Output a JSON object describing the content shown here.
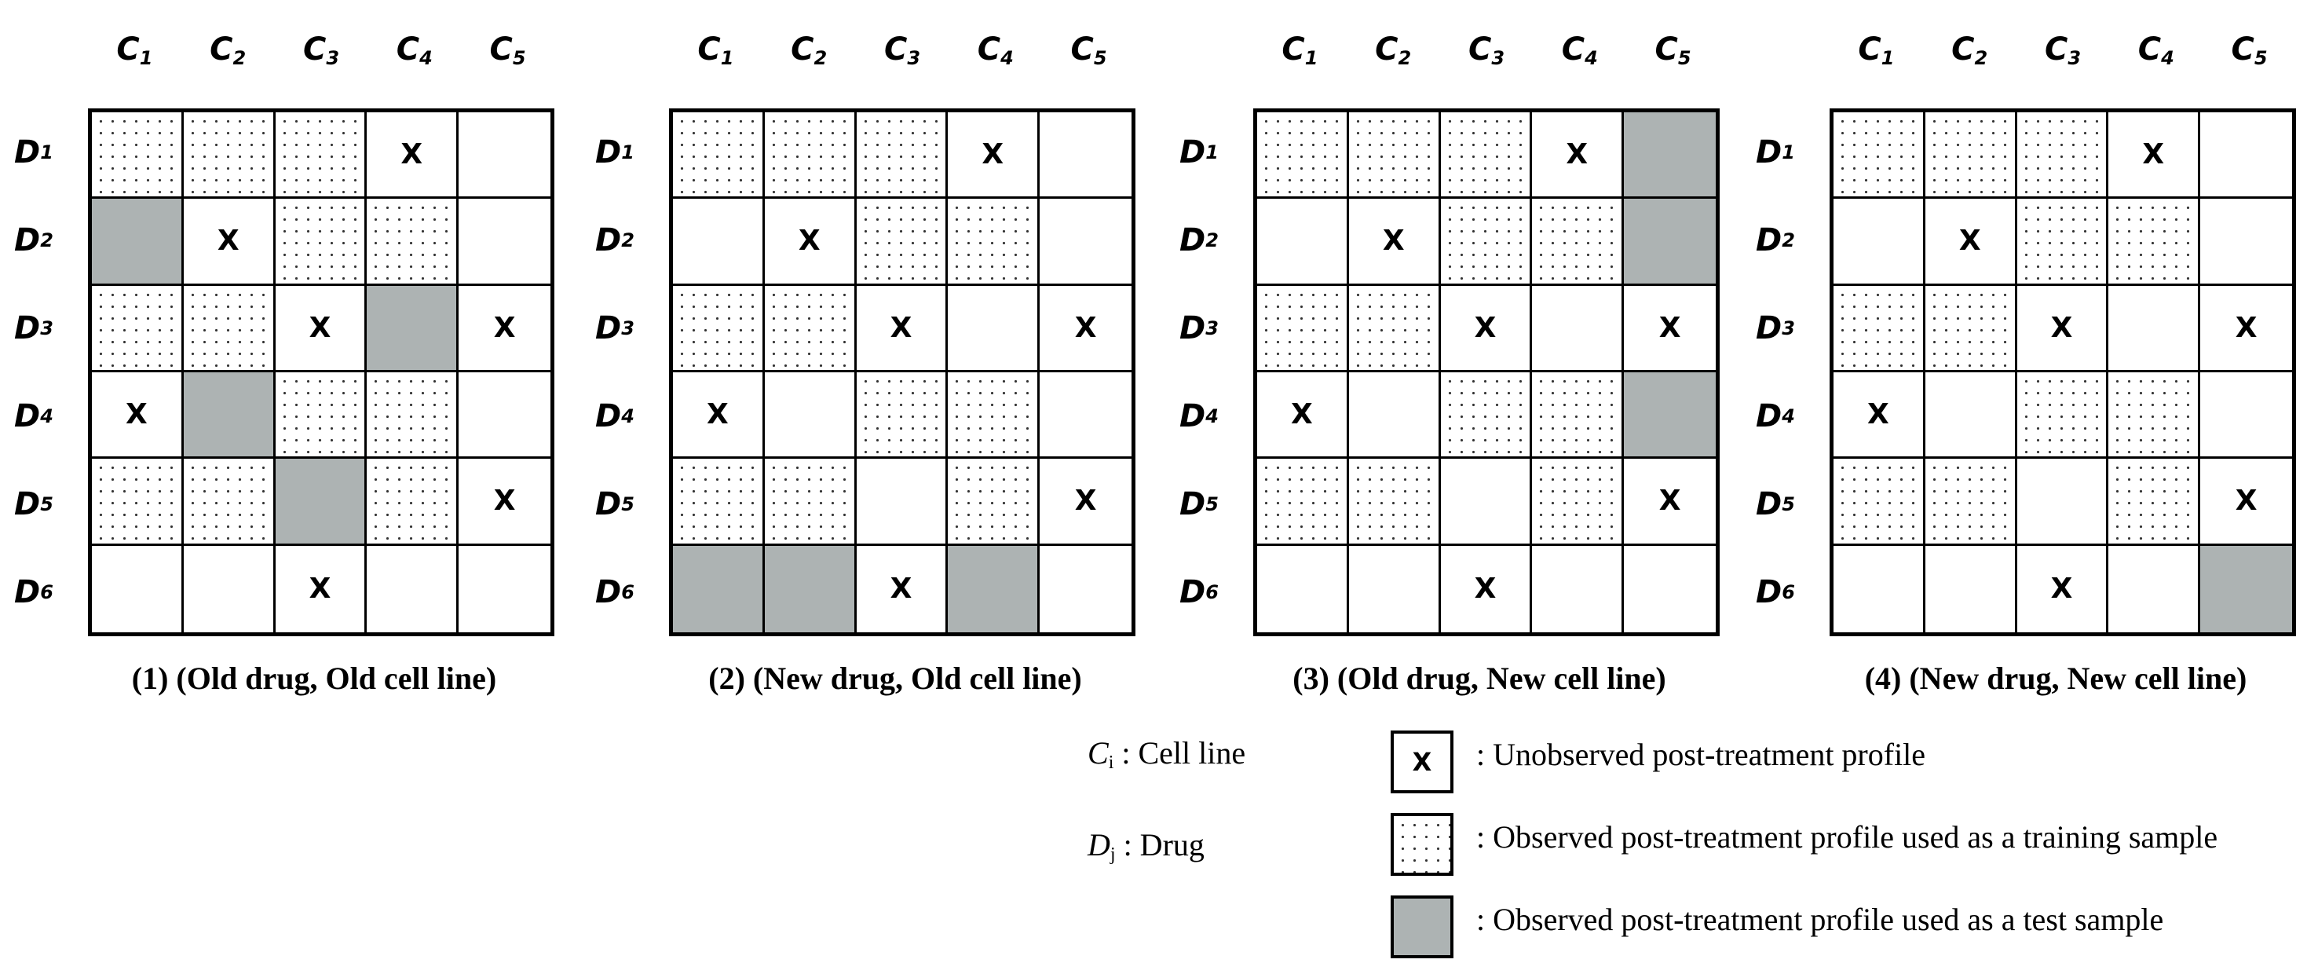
{
  "columns": [
    {
      "letter": "C",
      "sub": "1"
    },
    {
      "letter": "C",
      "sub": "2"
    },
    {
      "letter": "C",
      "sub": "3"
    },
    {
      "letter": "C",
      "sub": "4"
    },
    {
      "letter": "C",
      "sub": "5"
    }
  ],
  "rows": [
    {
      "letter": "D",
      "sub": "1"
    },
    {
      "letter": "D",
      "sub": "2"
    },
    {
      "letter": "D",
      "sub": "3"
    },
    {
      "letter": "D",
      "sub": "4"
    },
    {
      "letter": "D",
      "sub": "5"
    },
    {
      "letter": "D",
      "sub": "6"
    }
  ],
  "cell_codes": {
    "x": "unobserved",
    "t": "training",
    "g": "test",
    "-": "empty"
  },
  "unobserved_mark": "X",
  "panels": [
    {
      "title": "(1) (Old drug, Old cell line)",
      "cells": [
        [
          "t",
          "t",
          "t",
          "x",
          "-"
        ],
        [
          "g",
          "x",
          "t",
          "t",
          "-"
        ],
        [
          "t",
          "t",
          "x",
          "g",
          "x"
        ],
        [
          "x",
          "g",
          "t",
          "t",
          "-"
        ],
        [
          "t",
          "t",
          "g",
          "t",
          "x"
        ],
        [
          "-",
          "-",
          "x",
          "-",
          "-"
        ]
      ]
    },
    {
      "title": "(2) (New drug, Old cell line)",
      "cells": [
        [
          "t",
          "t",
          "t",
          "x",
          "-"
        ],
        [
          "-",
          "x",
          "t",
          "t",
          "-"
        ],
        [
          "t",
          "t",
          "x",
          "-",
          "x"
        ],
        [
          "x",
          "-",
          "t",
          "t",
          "-"
        ],
        [
          "t",
          "t",
          "-",
          "t",
          "x"
        ],
        [
          "g",
          "g",
          "x",
          "g",
          "-"
        ]
      ]
    },
    {
      "title": "(3) (Old drug, New cell line)",
      "cells": [
        [
          "t",
          "t",
          "t",
          "x",
          "g"
        ],
        [
          "-",
          "x",
          "t",
          "t",
          "g"
        ],
        [
          "t",
          "t",
          "x",
          "-",
          "x"
        ],
        [
          "x",
          "-",
          "t",
          "t",
          "g"
        ],
        [
          "t",
          "t",
          "-",
          "t",
          "x"
        ],
        [
          "-",
          "-",
          "x",
          "-",
          "-"
        ]
      ]
    },
    {
      "title": "(4) (New drug, New cell line)",
      "cells": [
        [
          "t",
          "t",
          "t",
          "x",
          "-"
        ],
        [
          "-",
          "x",
          "t",
          "t",
          "-"
        ],
        [
          "t",
          "t",
          "x",
          "-",
          "x"
        ],
        [
          "x",
          "-",
          "t",
          "t",
          "-"
        ],
        [
          "t",
          "t",
          "-",
          "t",
          "x"
        ],
        [
          "-",
          "-",
          "x",
          "-",
          "g"
        ]
      ]
    }
  ],
  "legend": {
    "cell_line_symbol": "C",
    "cell_line_sub": "i",
    "cell_line_text": " : Cell line",
    "drug_symbol": "D",
    "drug_sub": "j",
    "drug_text": " : Drug",
    "unobserved_swatch": "X",
    "unobserved_text": ": Unobserved post-treatment profile",
    "training_text": ": Observed post-treatment profile used as a training sample",
    "test_text": ": Observed post-treatment profile used as a test sample"
  }
}
